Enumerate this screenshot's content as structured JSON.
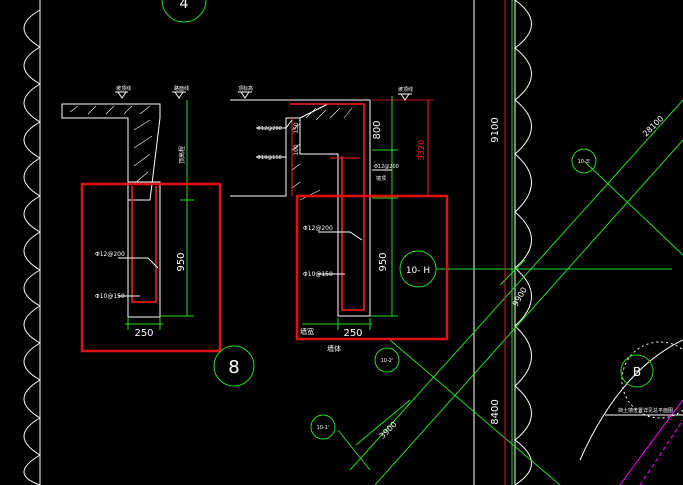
{
  "colors": {
    "background": "#000000",
    "line": "#ffffff",
    "dimension": "#22dd22",
    "rebar": "#ff2020",
    "highlight": "#e01010",
    "callout": "#22dd22",
    "accent": "#ff00ff"
  },
  "grid_bubbles": {
    "top": "4",
    "left_bottom": "8",
    "right_B": "B",
    "ref_10H": "10- H",
    "ref_10_3": "10-3'",
    "ref_10_2": "10-2'",
    "ref_10_1": "10-1'"
  },
  "left_detail": {
    "dim_height": "950",
    "dim_width": "250",
    "rebar_main": "Φ12@200",
    "rebar_dist": "Φ10@150",
    "vertical_label": "顶高程",
    "top_note_a": "坡顶线",
    "top_note_b": "路面线"
  },
  "right_detail": {
    "dim_upper": "800",
    "dim_height": "950",
    "dim_width": "250",
    "dim_total": "3320",
    "dim_small_a": "150",
    "dim_small_b": "100",
    "rebar_top_a": "Φ12@200",
    "rebar_top_b": "Φ10@150",
    "rebar_mid": "Φ12@200",
    "rebar_main": "Φ12@200",
    "rebar_dist": "Φ10@150",
    "label_width": "墙宽",
    "label_section": "墙体",
    "label_top": "顶标高",
    "top_note": "坡顶线",
    "side_note": "墙顶"
  },
  "plan": {
    "dim_9100": "9100",
    "dim_28100": "28100",
    "dim_9900": "9900",
    "dim_8400": "8400",
    "dim_3900": "3900",
    "legend_note": "挡土墙位置详见总平面图"
  }
}
